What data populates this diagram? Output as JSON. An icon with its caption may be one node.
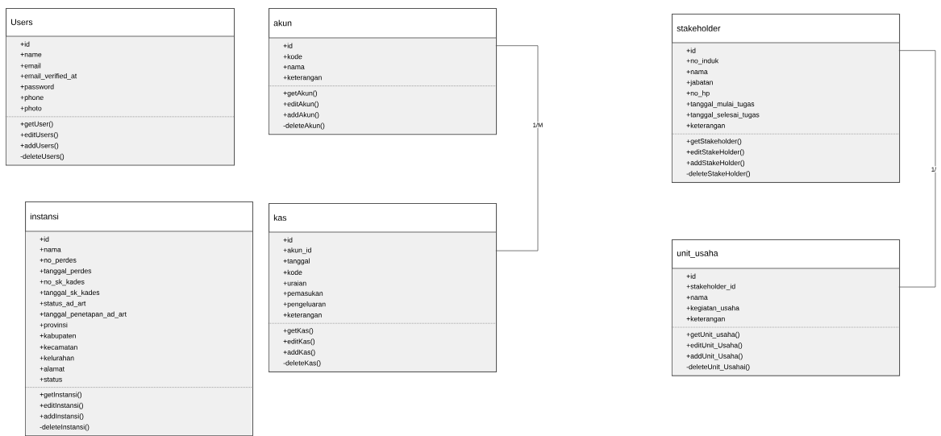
{
  "diagram": {
    "nodes": [
      {
        "text": [
          "Users"
        ]
      },
      {
        "text": [
          "+id",
          "+name",
          "+email",
          "+email_verified_at",
          "+password",
          "+phone",
          "+photo"
        ],
        "in": 0
      },
      {
        "text": [
          "+getUser()",
          "+editUsers()",
          "+addUsers()",
          "-deleteUsers()"
        ],
        "in": 0
      },
      {
        "text": [
          "akun"
        ]
      },
      {
        "text": [
          "+id",
          "+kode",
          "+nama",
          "+keterangan"
        ],
        "in": 3
      },
      {
        "text": [
          "+getAkun()",
          "+editAkun()",
          "+addAkun()",
          "-deleteAkun()"
        ],
        "in": 3
      },
      {
        "text": [
          "stakeholder"
        ]
      },
      {
        "text": [
          "+id",
          "+no_induk",
          "+nama",
          "+jabatan",
          "+no_hp",
          "+tanggal_mulai_tugas",
          "+tanggal_selesai_tugas",
          "+keterangan"
        ],
        "in": 6
      },
      {
        "text": [
          "+getStakeholder()",
          "+editStakeHolder()",
          "+addStakeHolder()",
          "-deleteStakeHolder()"
        ],
        "in": 6
      },
      {
        "text": [
          "instansi"
        ]
      },
      {
        "text": [
          "+id",
          "+nama",
          "+no_perdes",
          "+tanggal_perdes",
          "+no_sk_kades",
          "+tanggal_sk_kades",
          "+status_ad_art",
          "+tanggal_penetapan_ad_art",
          "+provinsi",
          "+kabupaten",
          "+kecamatan",
          "+kelurahan",
          "+alamat",
          "+status"
        ],
        "in": 9
      },
      {
        "text": [
          "+getInstansi()",
          "+editInstansi()",
          "+addInstansi()",
          "-deleteInstansi()"
        ],
        "in": 9
      },
      {
        "text": [
          "kas"
        ]
      },
      {
        "text": [
          "+id",
          "+akun_id",
          "+tanggal",
          "+kode",
          "+uraian",
          "+pemasukan",
          "+pengeluaran",
          "+keterangan"
        ],
        "in": 12
      },
      {
        "text": [
          "+getKas()",
          "+editKas()",
          "+addKas()",
          "-deleteKas()"
        ],
        "in": 12
      },
      {
        "text": [
          "unit_usaha"
        ]
      },
      {
        "text": [
          "+id",
          "+stakeholder_id",
          "+nama",
          "+kegiatan_usaha",
          "+keterangan"
        ],
        "in": 15
      },
      {
        "text": [
          "+getUnit_usaha()",
          "+editUnit_Usaha()",
          "+addUnit_Usaha()",
          "-deleteUnit_Usahai()"
        ],
        "in": 15
      }
    ],
    "edges": [
      {
        "from": 4,
        "to": 13,
        "arrow": "none",
        "label": "1/M"
      },
      {
        "from": 7,
        "to": 16,
        "arrow": "none",
        "label": "1/"
      }
    ]
  }
}
